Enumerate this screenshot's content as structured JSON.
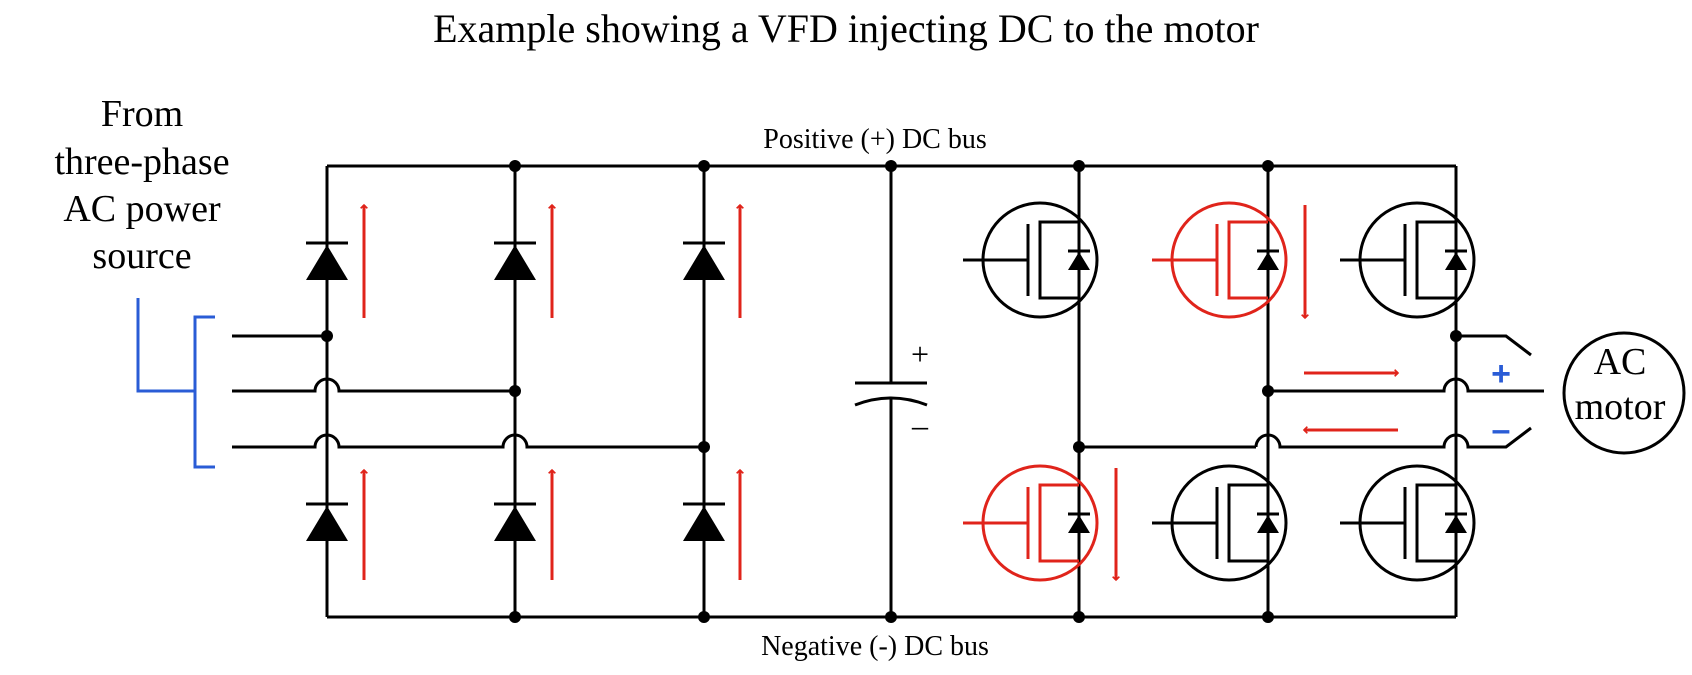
{
  "title": "Example showing a VFD injecting DC to the motor",
  "source_label": [
    "From",
    "three-phase",
    "AC power",
    "source"
  ],
  "positive_bus_label": "Positive (+) DC bus",
  "negative_bus_label": "Negative (-) DC bus",
  "capacitor": {
    "plus": "+",
    "minus": "–"
  },
  "motor_label": [
    "AC",
    "motor"
  ],
  "motor_terminals": {
    "plus": "+",
    "minus": "–"
  },
  "colors": {
    "wire": "#000000",
    "current_path": "#e0241b",
    "source_bracket": "#2a5cd6",
    "terminal_sign": "#2a5cd6"
  },
  "components": {
    "rectifier_diodes": 6,
    "igbt_transistors": 6,
    "active_transistors": [
      "upper-middle",
      "lower-left"
    ]
  }
}
